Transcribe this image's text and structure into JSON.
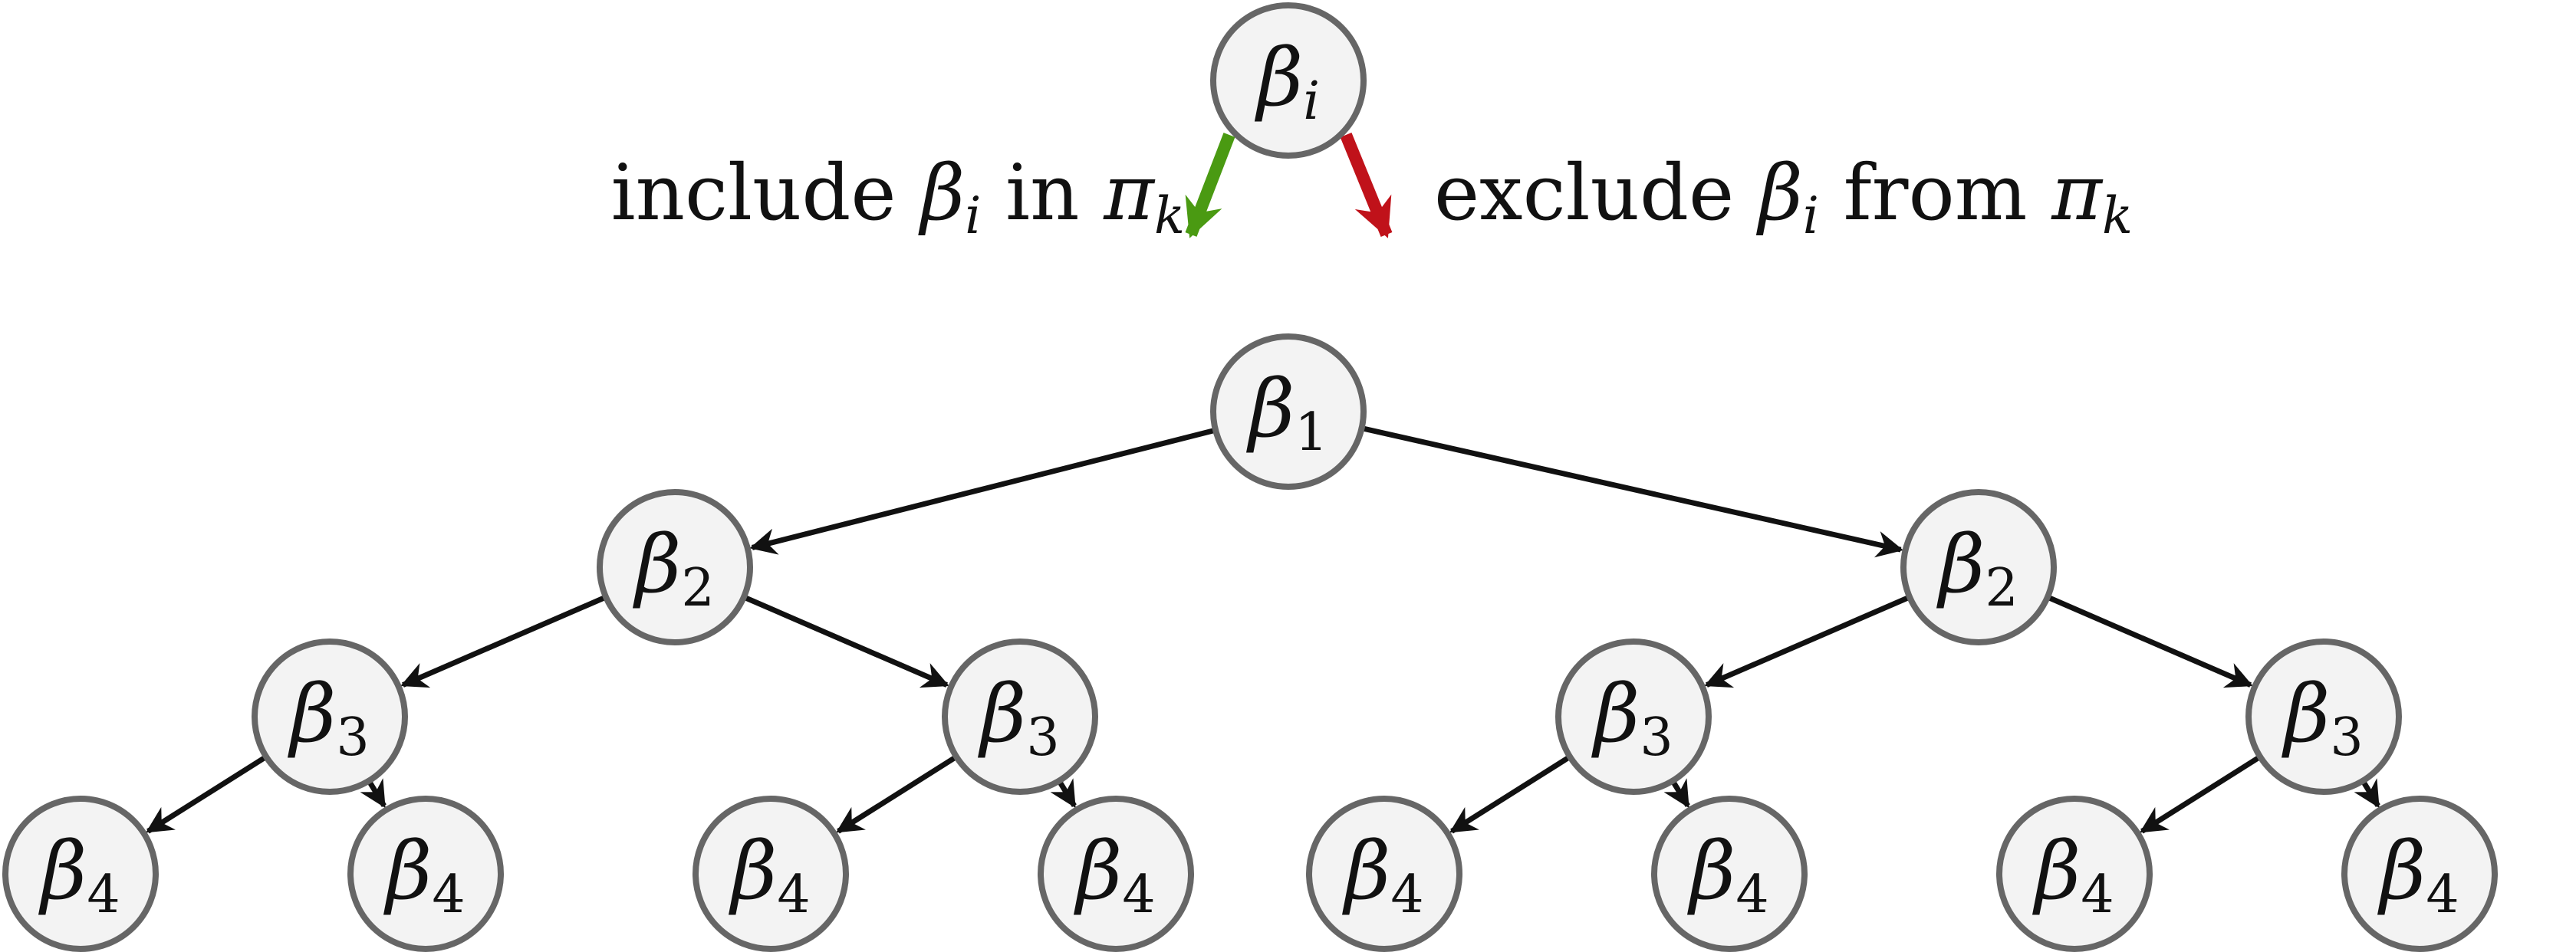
{
  "legend": {
    "node": {
      "symbol": "β",
      "subscript": "i"
    },
    "include": {
      "prefix": "include ",
      "symbol": "β",
      "subscript": "i",
      "middle": " in ",
      "set": "π",
      "set_subscript": "k"
    },
    "exclude": {
      "prefix": "exclude ",
      "symbol": "β",
      "subscript": "i",
      "middle": " from ",
      "set": "π",
      "set_subscript": "k"
    },
    "include_arrow_color": "#4a9a12",
    "exclude_arrow_color": "#c0121a"
  },
  "tree": {
    "symbol": "β",
    "levels": [
      {
        "subscript": "1",
        "count": 1
      },
      {
        "subscript": "2",
        "count": 2
      },
      {
        "subscript": "3",
        "count": 4
      },
      {
        "subscript": "4",
        "count": 8
      }
    ]
  }
}
